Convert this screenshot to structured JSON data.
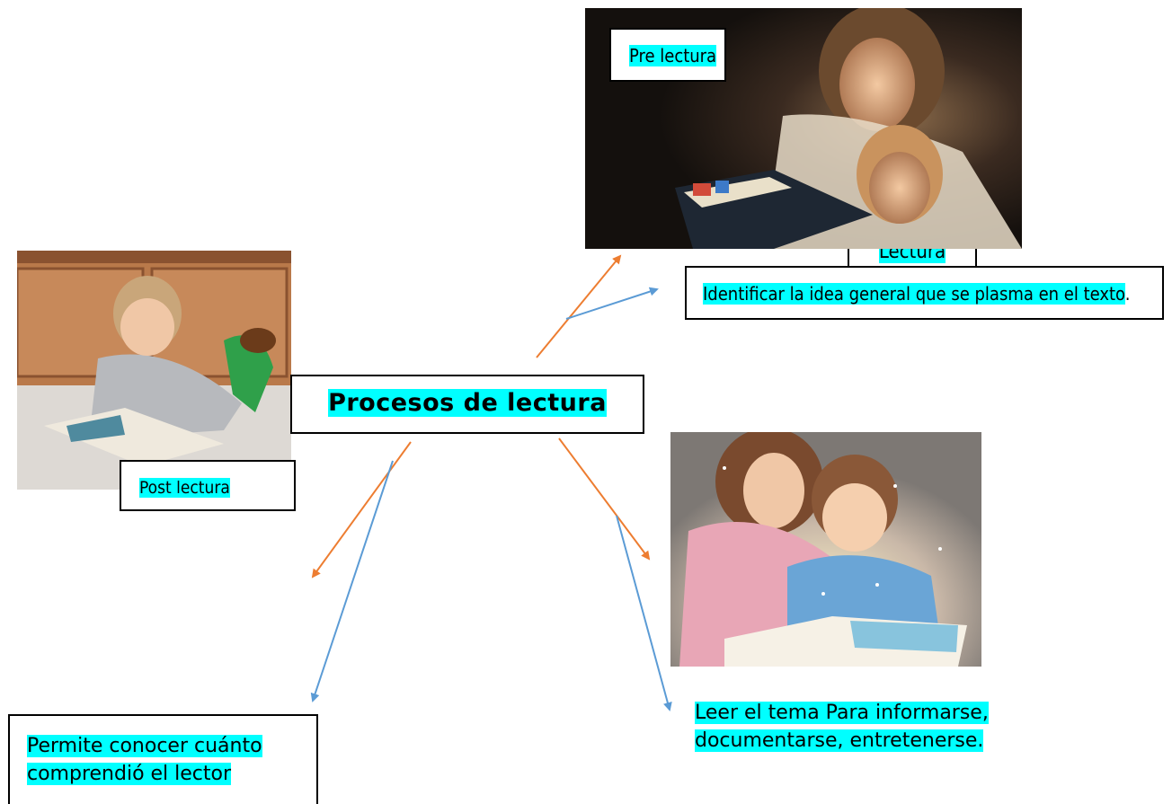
{
  "center_title": "Procesos de lectura",
  "pre_lectura": "Pre lectura",
  "lectura": "Lectura",
  "lectura_desc": "Identificar la idea general que se plasma en el texto",
  "lectura_desc_period": ".",
  "post_lectura": "Post lectura",
  "post_desc_line1": "Permite conocer cuánto",
  "post_desc_line2": "comprendió el lector",
  "read_desc_line1": "Leer el tema Para informarse,",
  "read_desc_line2": "documentarse, entretenerse.",
  "colors": {
    "highlight": "#00ffff",
    "arrow_orange": "#ed7d31",
    "arrow_blue": "#5b9bd5"
  },
  "photos": [
    "mother-and-child-reading-at-night-photo",
    "boy-reading-on-floor-photo",
    "mother-and-daughter-reading-magic-book-photo"
  ]
}
